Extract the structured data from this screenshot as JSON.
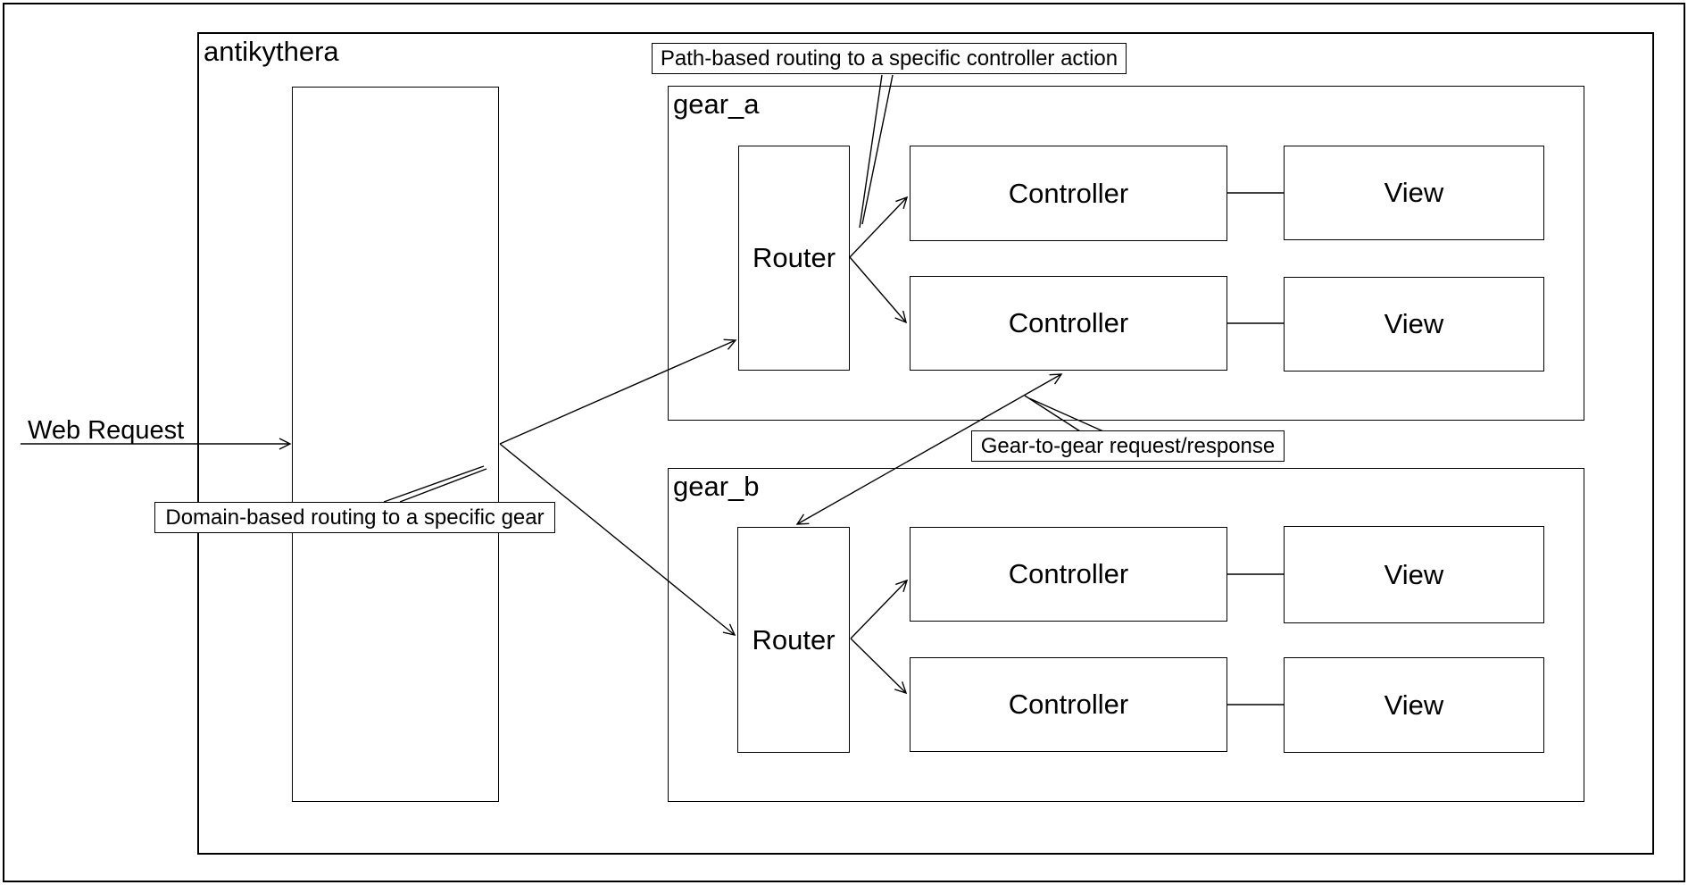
{
  "diagram": {
    "container_label": "antikythera",
    "web_request_label": "Web Request",
    "callouts": {
      "path_based": "Path-based routing to a specific controller action",
      "domain_based": "Domain-based routing to a specific gear",
      "gear_to_gear": "Gear-to-gear request/response"
    },
    "gears": [
      {
        "label": "gear_a",
        "router_label": "Router",
        "pairs": [
          {
            "controller": "Controller",
            "view": "View"
          },
          {
            "controller": "Controller",
            "view": "View"
          }
        ]
      },
      {
        "label": "gear_b",
        "router_label": "Router",
        "pairs": [
          {
            "controller": "Controller",
            "view": "View"
          },
          {
            "controller": "Controller",
            "view": "View"
          }
        ]
      }
    ],
    "colors": {
      "line": "#000000",
      "background": "#ffffff"
    }
  }
}
